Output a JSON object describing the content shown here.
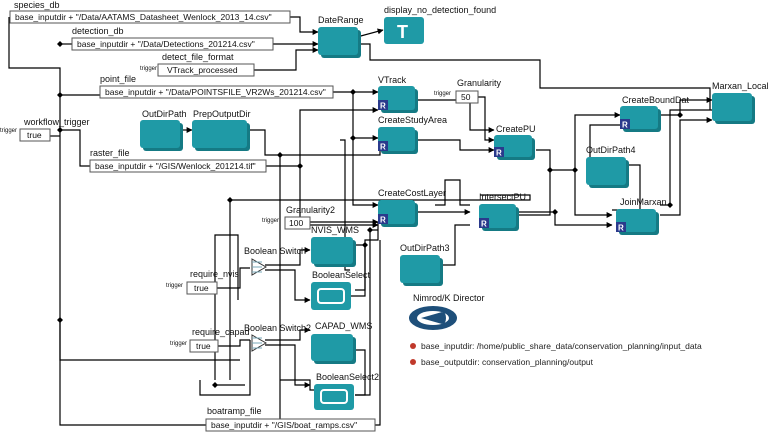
{
  "colors": {
    "actor": "#1f9aa6",
    "actor_dark": "#157a84",
    "r_badge": "#2a3a8c",
    "line": "#000000",
    "param_dot": "#c0392b",
    "director": "#1e4f7a"
  },
  "diagram": {
    "sources": {
      "species_db": {
        "label": "species_db",
        "value": "base_inputdir + \"/Data/AATAMS_Datasheet_Wenlock_2013_14.csv\""
      },
      "detection_db": {
        "label": "detection_db",
        "value": "base_inputdir + \"/Data/Detections_201214.csv\""
      },
      "detect_file_format": {
        "label": "detect_file_format",
        "value": "VTrack_processed"
      },
      "point_file": {
        "label": "point_file",
        "value": "base_inputdir + \"/Data/POINTSFILE_VR2Ws_201214.csv\""
      },
      "workflow_trigger": {
        "label": "workflow_trigger",
        "value": "true"
      },
      "raster_file": {
        "label": "raster_file",
        "value": "base_inputdir + \"/GIS/Wenlock_201214.tif\""
      },
      "granularity": {
        "label": "Granularity",
        "value": "50"
      },
      "granularity2": {
        "label": "Granularity2",
        "value": "100"
      },
      "require_nvis": {
        "label": "require_nvis",
        "value": "true"
      },
      "require_capad": {
        "label": "require_capad",
        "value": "true"
      },
      "boatramp_file": {
        "label": "boatramp_file",
        "value": "base_inputdir + \"/GIS/boat_ramps.csv\""
      }
    },
    "trigger_label": "trigger",
    "actors": {
      "date_range": "DateRange",
      "display_no_detection": "display_no_detection_found",
      "vtrack": "VTrack",
      "create_study_area": "CreateStudyArea",
      "create_pu": "CreatePU",
      "out_dir_path": "OutDirPath",
      "prep_output_dir": "PrepOutputDir",
      "create_cost_layer": "CreateCostLayer",
      "intersect_pu": "IntersectPU",
      "out_dir_path3": "OutDirPath3",
      "nvis_wms": "NVIS_WMS",
      "boolean_select": "BooleanSelect",
      "capad_wms": "CAPAD_WMS",
      "boolean_select2": "BooleanSelect2",
      "boolean_switch": "Boolean Switch",
      "boolean_switch2": "Boolean Switch2",
      "create_bound_dat": "CreateBoundDat",
      "out_dir_path4": "OutDirPath4",
      "join_marxan": "JoinMarxan",
      "marxan_local": "Marxan_Local"
    },
    "r_badge": "R",
    "display_glyph": "T",
    "director": {
      "label": "Nimrod/K Director",
      "params": [
        "base_inputdir: /home/public_share_data/conservation_planning/input_data",
        "base_outputdir: conservation_planning/output"
      ]
    }
  }
}
